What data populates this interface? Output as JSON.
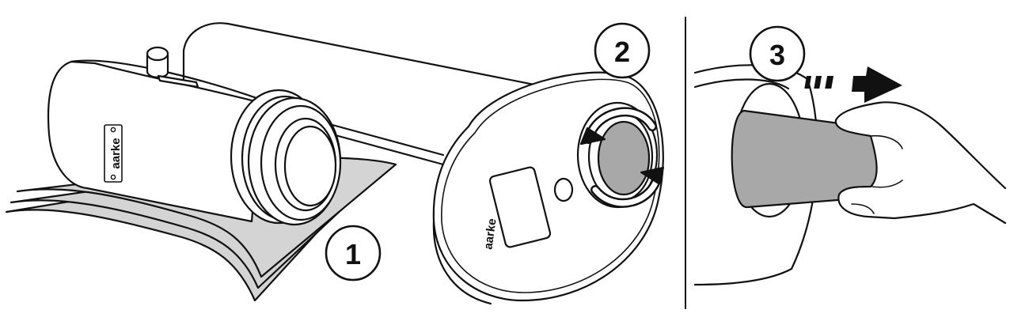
{
  "steps": [
    {
      "number": "1"
    },
    {
      "number": "2"
    },
    {
      "number": "3"
    }
  ],
  "brand": {
    "filter_label": "aarke",
    "device_label": "aarke"
  },
  "colors": {
    "line": "#111111",
    "filter_pad": "#d4d4d4",
    "cartridge": "#a8a8a8",
    "background": "#ffffff"
  }
}
